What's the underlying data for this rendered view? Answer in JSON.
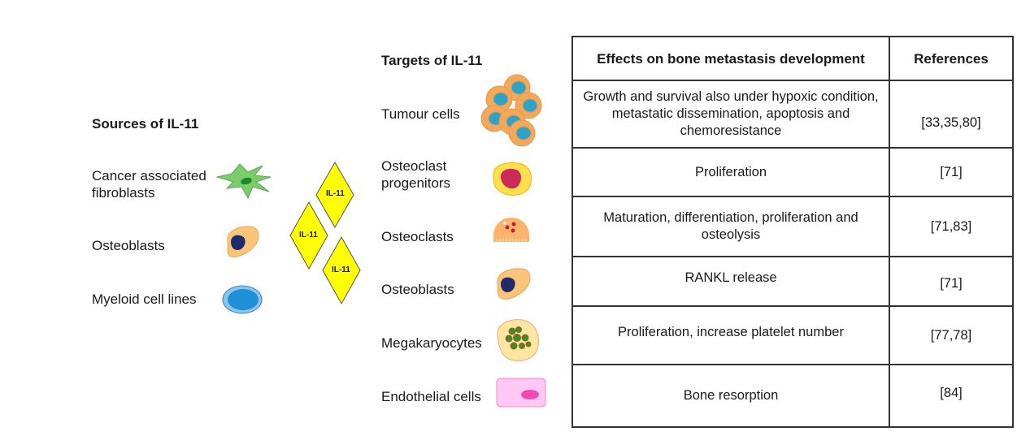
{
  "sources": {
    "title": "Sources of IL-11",
    "items": [
      {
        "label": "Cancer associated fibroblasts",
        "icon": "fibroblast-cell-icon"
      },
      {
        "label": "Osteoblasts",
        "icon": "osteoblast-cell-icon"
      },
      {
        "label": "Myeloid cell lines",
        "icon": "myeloid-cell-icon"
      }
    ]
  },
  "cytokine": {
    "label": "IL-11",
    "color": "#ffff00"
  },
  "targets": {
    "title": "Targets of IL-11",
    "items": [
      {
        "label": "Tumour cells",
        "icon": "tumour-cells-icon"
      },
      {
        "label": "Osteoclast progenitors",
        "icon": "osteoclast-progenitor-icon"
      },
      {
        "label": "Osteoclasts",
        "icon": "osteoclast-icon"
      },
      {
        "label": "Osteoblasts",
        "icon": "osteoblast-cell-icon"
      },
      {
        "label": "Megakaryocytes",
        "icon": "megakaryocyte-icon"
      },
      {
        "label": "Endothelial cells",
        "icon": "endothelial-cell-icon"
      }
    ]
  },
  "table": {
    "headers": [
      "Effects on bone metastasis development",
      "References"
    ],
    "rows": [
      {
        "effect": "Growth and survival also under hypoxic condition, metastatic dissemination, apoptosis and chemoresistance",
        "refs": "[33,35,80]"
      },
      {
        "effect": "Proliferation",
        "refs": "[71]"
      },
      {
        "effect": "Maturation, differentiation, proliferation and osteolysis",
        "refs": "[71,83]"
      },
      {
        "effect": "RANKL release",
        "refs": "[71]"
      },
      {
        "effect": "Proliferation, increase platelet number",
        "refs": "[77,78]"
      },
      {
        "effect": "Bone resorption",
        "refs": "[84]"
      }
    ]
  }
}
